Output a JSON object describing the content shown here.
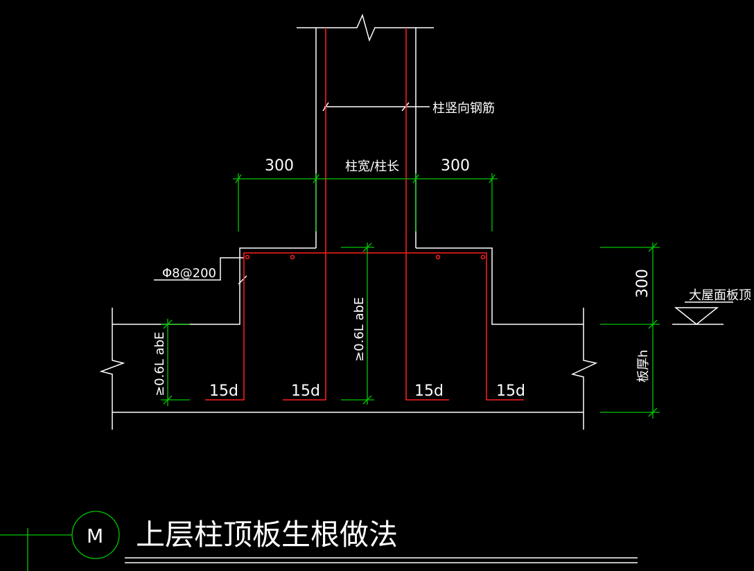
{
  "colors": {
    "background": "#000000",
    "outline": "#ffffff",
    "rebar": "#ff2020",
    "dimension": "#00c800"
  },
  "labels": {
    "column_vertical_bar": "柱竖向钢筋",
    "dim_left": "300",
    "dim_center": "柱宽/柱长",
    "dim_right": "300",
    "stirrup": "Φ8@200",
    "anchor_left": "≥0.6L abE",
    "anchor_center": "≥0.6L abE",
    "hook_1": "15d",
    "hook_2": "15d",
    "hook_3": "15d",
    "hook_4": "15d",
    "dim_300_vertical": "300",
    "slab_thickness": "板厚h",
    "roof_top": "大屋面板顶"
  },
  "title": {
    "circle_letter": "M",
    "text": "上层柱顶板生根做法"
  }
}
